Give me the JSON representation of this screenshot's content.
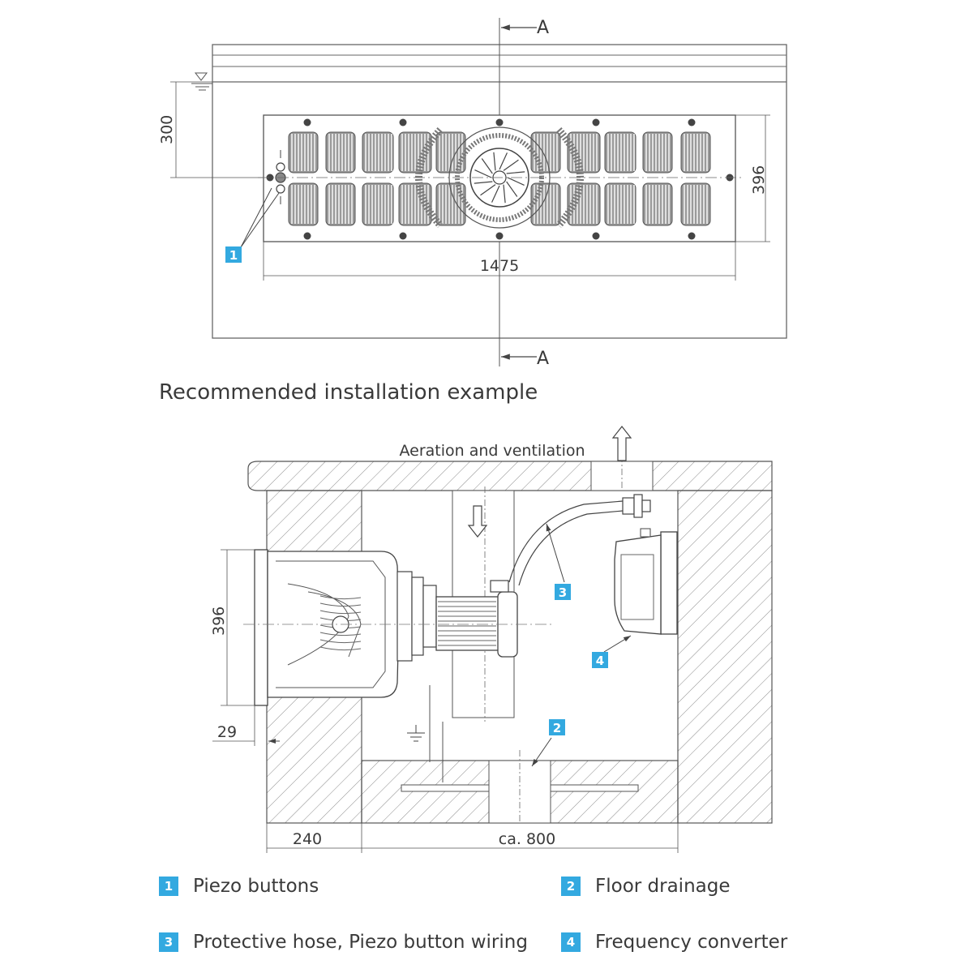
{
  "top_view": {
    "section_label": "A",
    "dim_depth": "300",
    "dim_height": "396",
    "dim_width": "1475",
    "callout": "1"
  },
  "heading": "Recommended installation example",
  "section_view": {
    "aeration_label": "Aeration and ventilation",
    "dim_height": "396",
    "dim_offset": "29",
    "dim_wall": "240",
    "dim_space": "ca. 800",
    "callouts": [
      "2",
      "3",
      "4"
    ]
  },
  "legend": [
    {
      "number": "1",
      "label": "Piezo buttons"
    },
    {
      "number": "2",
      "label": "Floor drainage"
    },
    {
      "number": "3",
      "label": "Protective hose, Piezo button wiring"
    },
    {
      "number": "4",
      "label": "Frequency converter"
    }
  ],
  "colors": {
    "accent": "#33a9e0",
    "line": "#555555"
  }
}
